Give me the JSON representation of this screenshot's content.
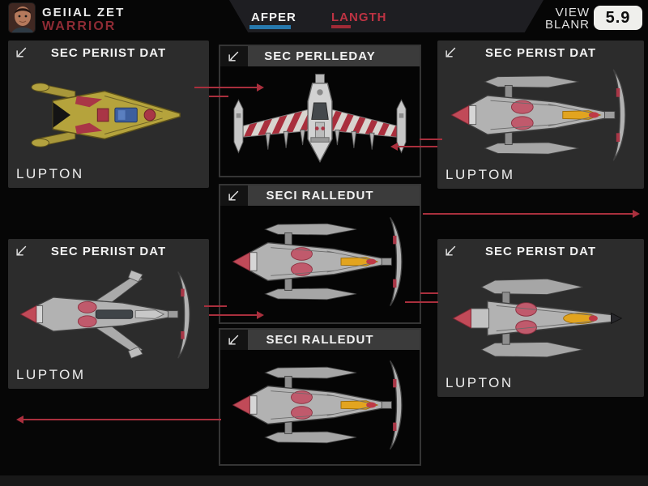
{
  "top_bar": {
    "user": {
      "name": "GEIIAL ZET",
      "subtitle": "WARRIOR"
    },
    "tabs": [
      {
        "label": "AFPER",
        "active": true
      },
      {
        "label": "LANGTH",
        "active": false
      }
    ],
    "view_label": {
      "line1": "VIEW",
      "line2": "BLANR"
    },
    "score_badge": "5.9"
  },
  "panels": [
    {
      "title": "SEC PERIIST DAT",
      "footer": "LUPTON",
      "ship": "yellow-fighter"
    },
    {
      "title": "SEC PERLLEDAY",
      "ship": "striped-interceptor"
    },
    {
      "title": "SEC PERIST DAT",
      "footer": "LUPTOM",
      "ship": "gray-crescent-cruiser"
    },
    {
      "title": "SECI RALLEDUT",
      "ship": "gray-crescent-cruiser"
    },
    {
      "title": "SEC PERIIST DAT",
      "footer": "LUPTOM",
      "ship": "gray-winged-cruiser"
    },
    {
      "title": "SEC PERIST DAT",
      "footer": "LUPTON",
      "ship": "gray-delta-cruiser"
    },
    {
      "title": "SECI RALLEDUT",
      "ship": "gray-crescent-cruiser"
    }
  ],
  "icons": {
    "panel_header_icon": "edit-icon",
    "user_icon": "avatar"
  },
  "colors": {
    "arrow_red": "#a92f3d",
    "tab_active_underline": "#2779ae",
    "tab_inactive_text": "#bd3343",
    "warrior_red": "#8e2b34",
    "badge_bg": "#efefec",
    "panel_side_bg": "#2c2c2c",
    "panel_center_header": "#3b3b3b"
  }
}
